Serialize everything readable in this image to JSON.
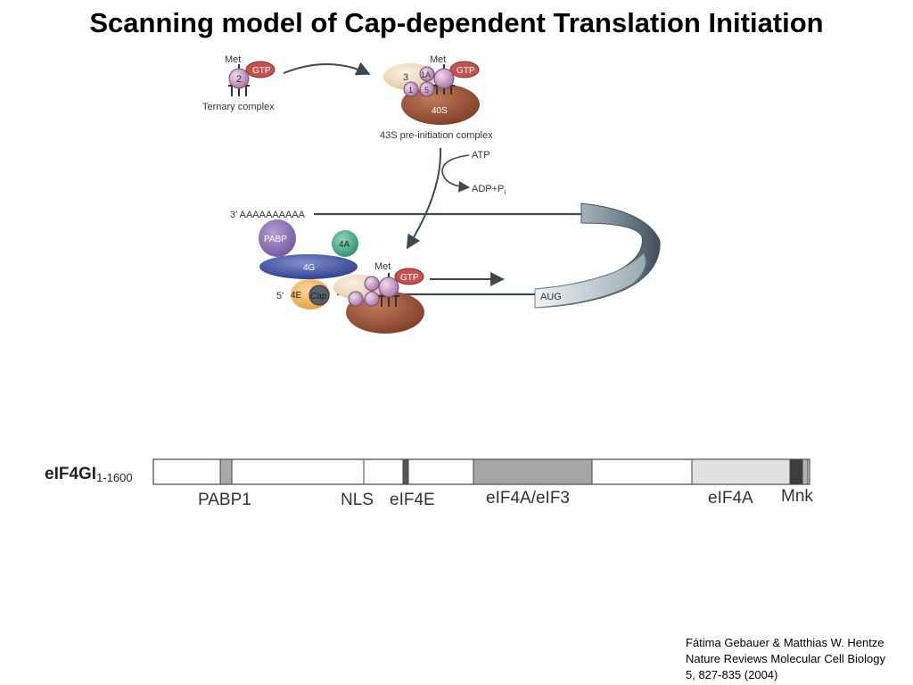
{
  "title": "Scanning model of Cap-dependent Translation Initiation",
  "ternary": {
    "met": "Met",
    "gtp": "GTP",
    "factor": "2",
    "caption": "Ternary complex"
  },
  "preinit": {
    "met": "Met",
    "gtp": "GTP",
    "f3": "3",
    "f1a": "1A",
    "f1": "1",
    "f5": "5",
    "ribosome": "40S",
    "caption": "43S pre-initiation complex"
  },
  "energy": {
    "atp": "ATP",
    "adp": "ADP+P",
    "adp_sub": "i"
  },
  "mrna": {
    "polyA": "3′ AAAAAAAAAA",
    "five_prime": "5′",
    "aug": "AUG"
  },
  "scanning": {
    "pabp": "PABP",
    "f4a": "4A",
    "f4g": "4G",
    "f4e": "4E",
    "cap": "Cap",
    "met": "Met",
    "gtp": "GTP"
  },
  "domain_map": {
    "protein": "eIF4GI",
    "range": "1-1600",
    "labels": [
      "PABP1",
      "NLS",
      "eIF4E",
      "eIF4A/eIF3",
      "eIF4A",
      "Mnk"
    ]
  },
  "citation": [
    "Fátima Gebauer & Matthias W. Hentze",
    "Nature Reviews Molecular Cell Biology",
    "5, 827-835 (2004)"
  ],
  "colors": {
    "gtp": "#c4524e",
    "purple": "#b98bb5",
    "ribosome": "#8a4a32",
    "beige": "#ead8b8",
    "pabp": "#8b6db0",
    "f4a": "#4aa88a",
    "f4g": "#3f52a0",
    "f4e": "#f0b45a",
    "cap": "#4d5a63",
    "arrow": "#3a4a52"
  }
}
